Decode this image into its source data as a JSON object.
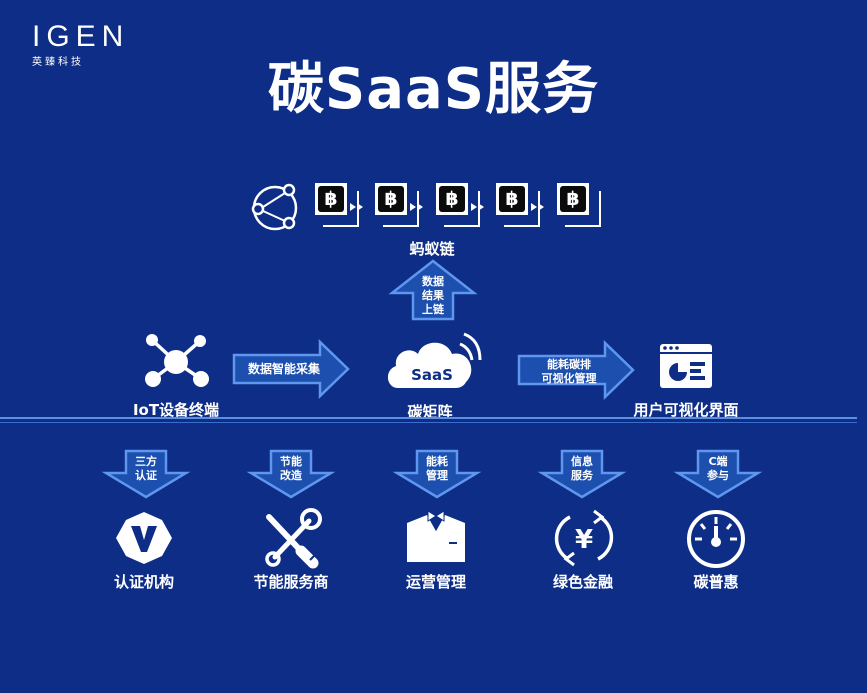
{
  "logo": {
    "mark": "IGEN",
    "sub": "英臻科技"
  },
  "title": "碳SaaS服务",
  "blockchain": {
    "label": "蚂蚁链",
    "block_glyph": "฿",
    "block_count": 5
  },
  "up_arrow": {
    "lines": [
      "数据",
      "结果",
      "上链"
    ]
  },
  "iot": {
    "label": "IoT设备终端"
  },
  "collect_arrow": {
    "label": "数据智能采集"
  },
  "saas": {
    "cloud_text": "SaaS",
    "label": "碳矩阵"
  },
  "mgmt_arrow": {
    "lines": [
      "能耗碳排",
      "可视化管理"
    ]
  },
  "ui": {
    "label": "用户可视化界面"
  },
  "services": [
    {
      "arrow_lines": [
        "三方",
        "认证"
      ],
      "label": "认证机构",
      "icon": "verify-v-icon"
    },
    {
      "arrow_lines": [
        "节能",
        "改造"
      ],
      "label": "节能服务商",
      "icon": "tools-icon"
    },
    {
      "arrow_lines": [
        "能耗",
        "管理"
      ],
      "label": "运营管理",
      "icon": "manager-icon"
    },
    {
      "arrow_lines": [
        "信息",
        "服务"
      ],
      "label": "绿色金融",
      "icon": "yuan-icon"
    },
    {
      "arrow_lines": [
        "C端",
        "参与"
      ],
      "label": "碳普惠",
      "icon": "dial-icon"
    }
  ],
  "colors": {
    "background": "#0d2d86",
    "arrow_fill": "#1c4fae",
    "arrow_stroke": "#5f96ee",
    "text": "#ffffff"
  }
}
